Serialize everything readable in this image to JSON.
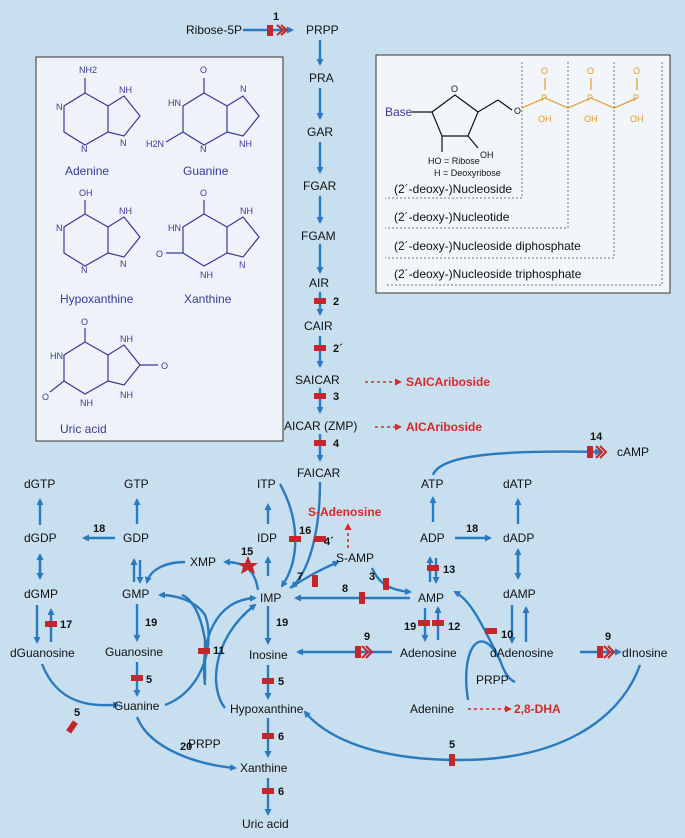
{
  "pathway": {
    "ribose5p": "Ribose-5P",
    "prpp_top": "PRPP",
    "pra": "PRA",
    "gar": "GAR",
    "fgar": "FGAR",
    "fgam": "FGAM",
    "air": "AIR",
    "cair": "CAIR",
    "saicar": "SAICAR",
    "aicar": "AICAR (ZMP)",
    "faicar": "FAICAR",
    "itp": "ITP",
    "idp": "IDP",
    "imp": "IMP",
    "xmp": "XMP",
    "gmp": "GMP",
    "gdp": "GDP",
    "gtp": "GTP",
    "guanosine": "Guanosine",
    "guanine": "Guanine",
    "prpp_bottom": "PRPP",
    "inosine": "Inosine",
    "hypoxanthine": "Hypoxanthine",
    "xanthine": "Xanthine",
    "uric_acid": "Uric acid",
    "dgtp": "dGTP",
    "dgdp": "dGDP",
    "dgmp": "dGMP",
    "dguanosine": "dGuanosine",
    "samp": "S-AMP",
    "amp": "AMP",
    "adp": "ADP",
    "atp": "ATP",
    "camp": "cAMP",
    "datp": "dATP",
    "dadp": "dADP",
    "damp": "dAMP",
    "adenosine": "Adenosine",
    "dadenosine": "dAdenosine",
    "dinosine": "dInosine",
    "prpp_right": "PRPP",
    "adenine": "Adenine"
  },
  "side_products": {
    "saicariboside": "SAICAriboside",
    "aicariboside": "AICAriboside",
    "s_adenosine": "S-Adenosine",
    "dha": "2,8-DHA"
  },
  "enzymes": {
    "e1": "1",
    "e2": "2",
    "e2p": "2´",
    "e3a": "3",
    "e4a": "4",
    "e4p": "4´",
    "e16": "16",
    "e15": "15",
    "e7": "7",
    "e3b": "3",
    "e8": "8",
    "e13": "13",
    "e14": "14",
    "e18a": "18",
    "e18b": "18",
    "e19a": "19",
    "e19b": "19",
    "e19c": "19",
    "e12": "12",
    "e10": "10",
    "e9a": "9",
    "e9b": "9",
    "e11": "11",
    "e5a": "5",
    "e5b": "5",
    "e5c": "5",
    "e5d": "5",
    "e17": "17",
    "e6a": "6",
    "e6b": "6",
    "e20": "20"
  },
  "bases": {
    "adenine": "Adenine",
    "guanine": "Guanine",
    "hypoxanthine": "Hypoxanthine",
    "xanthine": "Xanthine",
    "uric_acid": "Uric acid"
  },
  "atoms": {
    "nh2": "NH2",
    "h2n": "H2N",
    "o": "O",
    "oh": "OH",
    "n": "N",
    "hn": "HN",
    "nh": "NH",
    "h": "H"
  },
  "nucleoside_box": {
    "base": "Base",
    "ho_ribose": "HO = Ribose",
    "h_deoxy": "H = Deoxyribose",
    "oh": "OH",
    "o": "O",
    "p": "P",
    "row1": "(2´-deoxy-)Nucleoside",
    "row2": "(2´-deoxy-)Nucleotide",
    "row3": "(2´-deoxy-)Nucleoside diphosphate",
    "row4": "(2´-deoxy-)Nucleoside triphosphate"
  },
  "colors": {
    "background": "#c8dff0",
    "arrow": "#2a7ac0",
    "enzyme_bar": "#c0282d",
    "structure": "#3a3a9a",
    "phosphate": "#e59a2a",
    "side_product": "#d42a2a"
  }
}
